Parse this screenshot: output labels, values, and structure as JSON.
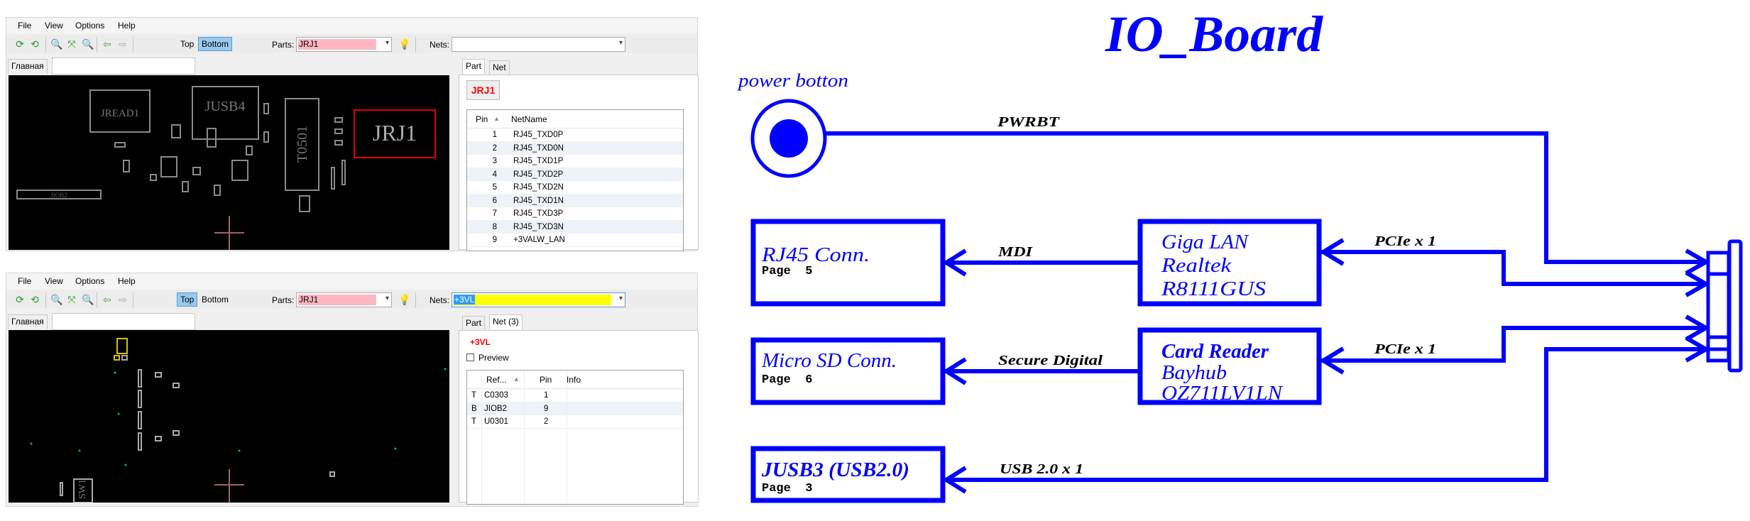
{
  "menu": [
    "File",
    "View",
    "Options",
    "Help"
  ],
  "toolbar_icons": [
    "refresh-icon",
    "reload-icon",
    "zoom-in-icon",
    "fit-icon",
    "zoom-out-icon",
    "back-arrow-icon",
    "forward-arrow-icon"
  ],
  "top_viewer": {
    "layer_top": "Top",
    "layer_bottom": "Bottom",
    "active_layer": "Bottom",
    "parts_label": "Parts:",
    "parts_value": "JRJ1",
    "nets_label": "Nets:",
    "nets_value": "",
    "doc_tab": "Главная",
    "tabs": [
      "Part",
      "Net"
    ],
    "active_tab": "Part",
    "part_button": "JRJ1",
    "columns": [
      "Pin",
      "NetName"
    ],
    "rows": [
      [
        "1",
        "RJ45_TXD0P"
      ],
      [
        "2",
        "RJ45_TXD0N"
      ],
      [
        "3",
        "RJ45_TXD1P"
      ],
      [
        "4",
        "RJ45_TXD2P"
      ],
      [
        "5",
        "RJ45_TXD2N"
      ],
      [
        "6",
        "RJ45_TXD1N"
      ],
      [
        "7",
        "RJ45_TXD3P"
      ],
      [
        "8",
        "RJ45_TXD3N"
      ],
      [
        "9",
        "+3VALW_LAN"
      ]
    ],
    "board_labels": {
      "jread1": "JREAD1",
      "jusb4": "JUSB4",
      "t0501": "T0501",
      "jrj1": "JRJ1",
      "jiob2": "JIOB2"
    }
  },
  "bottom_viewer": {
    "layer_top": "Top",
    "layer_bottom": "Bottom",
    "active_layer": "Top",
    "parts_label": "Parts:",
    "parts_value": "JRJ1",
    "nets_label": "Nets:",
    "nets_value": "+3VL",
    "doc_tab": "Главная",
    "tabs": [
      "Part",
      "Net (3)"
    ],
    "active_tab": "Net (3)",
    "net_name": "+3VL",
    "preview_label": "Preview",
    "preview_checked": false,
    "columns": [
      "Ref...",
      "Pin",
      "Info"
    ],
    "rows": [
      [
        "T",
        "C0303",
        "1",
        ""
      ],
      [
        "B",
        "JIOB2",
        "9",
        ""
      ],
      [
        "T",
        "U0301",
        "2",
        ""
      ]
    ],
    "board_labels": {
      "sw1": "SW1"
    }
  },
  "diagram": {
    "title": "IO_Board",
    "power_label": "power botton",
    "pwrbt": "PWRBT",
    "rj45": {
      "name": "RJ45 Conn.",
      "page": "Page  5"
    },
    "mdi": "MDI",
    "giga": [
      "Giga LAN",
      "Realtek",
      "R8111GUS"
    ],
    "pcie": "PCIe x 1",
    "microsd": {
      "name": "Micro SD Conn.",
      "page": "Page  6"
    },
    "secure_digital": "Secure Digital",
    "card": [
      "Card Reader",
      "Bayhub",
      "OZ711LV1LN"
    ],
    "jusb3": {
      "name": "JUSB3  (USB2.0)",
      "page": "Page  3"
    },
    "usb": "USB 2.0 x 1",
    "color": "#0000ff"
  },
  "colors": {
    "parts_highlight": "#ffb6c1",
    "net_highlight": "#ffff00",
    "selected_text": "#ff0000",
    "layer_active": "#99c9ef"
  }
}
